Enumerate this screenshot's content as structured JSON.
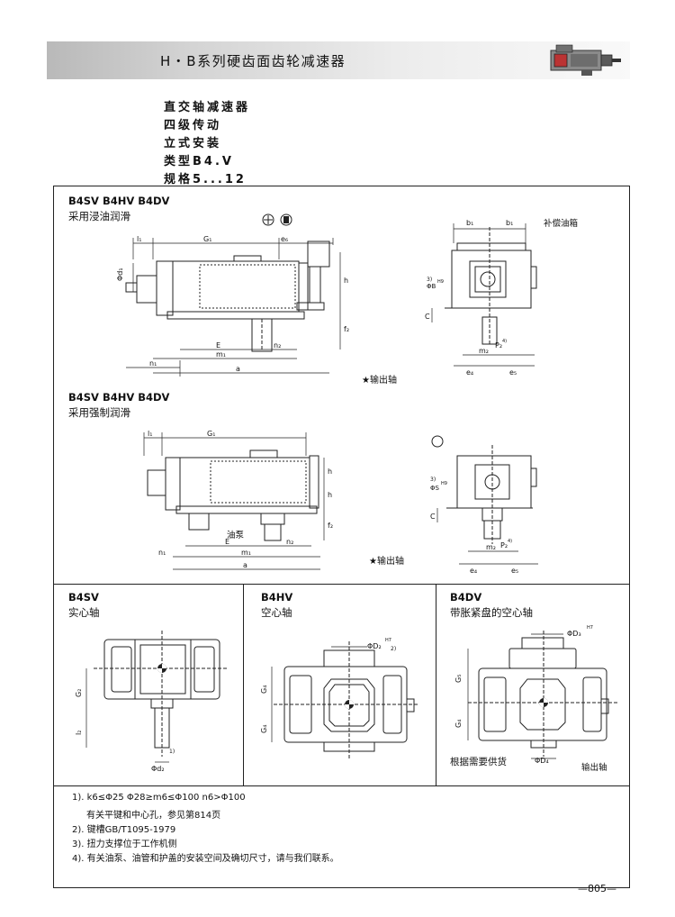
{
  "header": {
    "title": "H・B系列硬齿面齿轮减速器"
  },
  "title_block": {
    "line1": "直交轴减速器",
    "line2": "四级传动",
    "line3": "立式安装",
    "line4": "类型B4.V",
    "line5": "规格5...12"
  },
  "section_dip": {
    "types": "B4SV B4HV B4DV",
    "lubrication": "采用浸油润滑",
    "side_label": "补偿油箱",
    "output_label": "★输出轴",
    "dims": {
      "l1": "l₁",
      "G1": "G₁",
      "e6": "e₆",
      "b1": "b₁",
      "d1": "Φd₁",
      "h": "h",
      "f2": "f₂",
      "E": "E",
      "n2": "n₂",
      "n1": "n₁",
      "m1": "m₁",
      "a": "a",
      "B": "ΦB",
      "B_tol": "H9",
      "C": "C",
      "P2": "P₂",
      "m2": "m₂",
      "e4": "e₄",
      "e5": "e₅",
      "note3": "3)",
      "note4": "4)"
    }
  },
  "section_forced": {
    "types": "B4SV B4HV B4DV",
    "lubrication": "采用强制润滑",
    "pump_label": "油泵",
    "output_label": "★输出轴",
    "dims": {
      "l1": "l₁",
      "G1": "G₁",
      "h": "h",
      "f2": "f₂",
      "E": "E",
      "n2": "n₂",
      "n1": "n₁",
      "m1": "m₁",
      "a": "a",
      "S": "ΦS",
      "S_tol": "H9",
      "C": "C",
      "P2": "P₂",
      "m2": "m₂",
      "e4": "e₄",
      "e5": "e₅",
      "note3": "3)",
      "note4": "4)"
    }
  },
  "bottom_sections": {
    "sv": {
      "title": "B4SV",
      "subtitle": "实心轴",
      "G2": "G₂",
      "l2": "l₂",
      "d2": "Φd₂",
      "note1": "1)"
    },
    "hv": {
      "title": "B4HV",
      "subtitle": "空心轴",
      "D2": "ΦD₂",
      "D2_tol": "H7",
      "note2": "2)",
      "G4": "G₄"
    },
    "dv": {
      "title": "B4DV",
      "subtitle": "带胀紧盘的空心轴",
      "D3": "ΦD₃",
      "D3_tol": "H7",
      "G5": "G₅",
      "G4": "G₄",
      "D4": "ΦD₄",
      "supply_note": "根据需要供货",
      "output_label": "输出轴"
    }
  },
  "notes": {
    "n1": "1). k6≤Φ25  Φ28≥m6≤Φ100  n6>Φ100",
    "n1b": "有关平键和中心孔，参见第814页",
    "n2": "2). 键槽GB/T1095-1979",
    "n3": "3). 扭力支撑位于工作机侧",
    "n4": "4). 有关油泵、油管和护盖的安装空间及确切尺寸，请与我们联系。"
  },
  "page": {
    "number": "—805—"
  }
}
